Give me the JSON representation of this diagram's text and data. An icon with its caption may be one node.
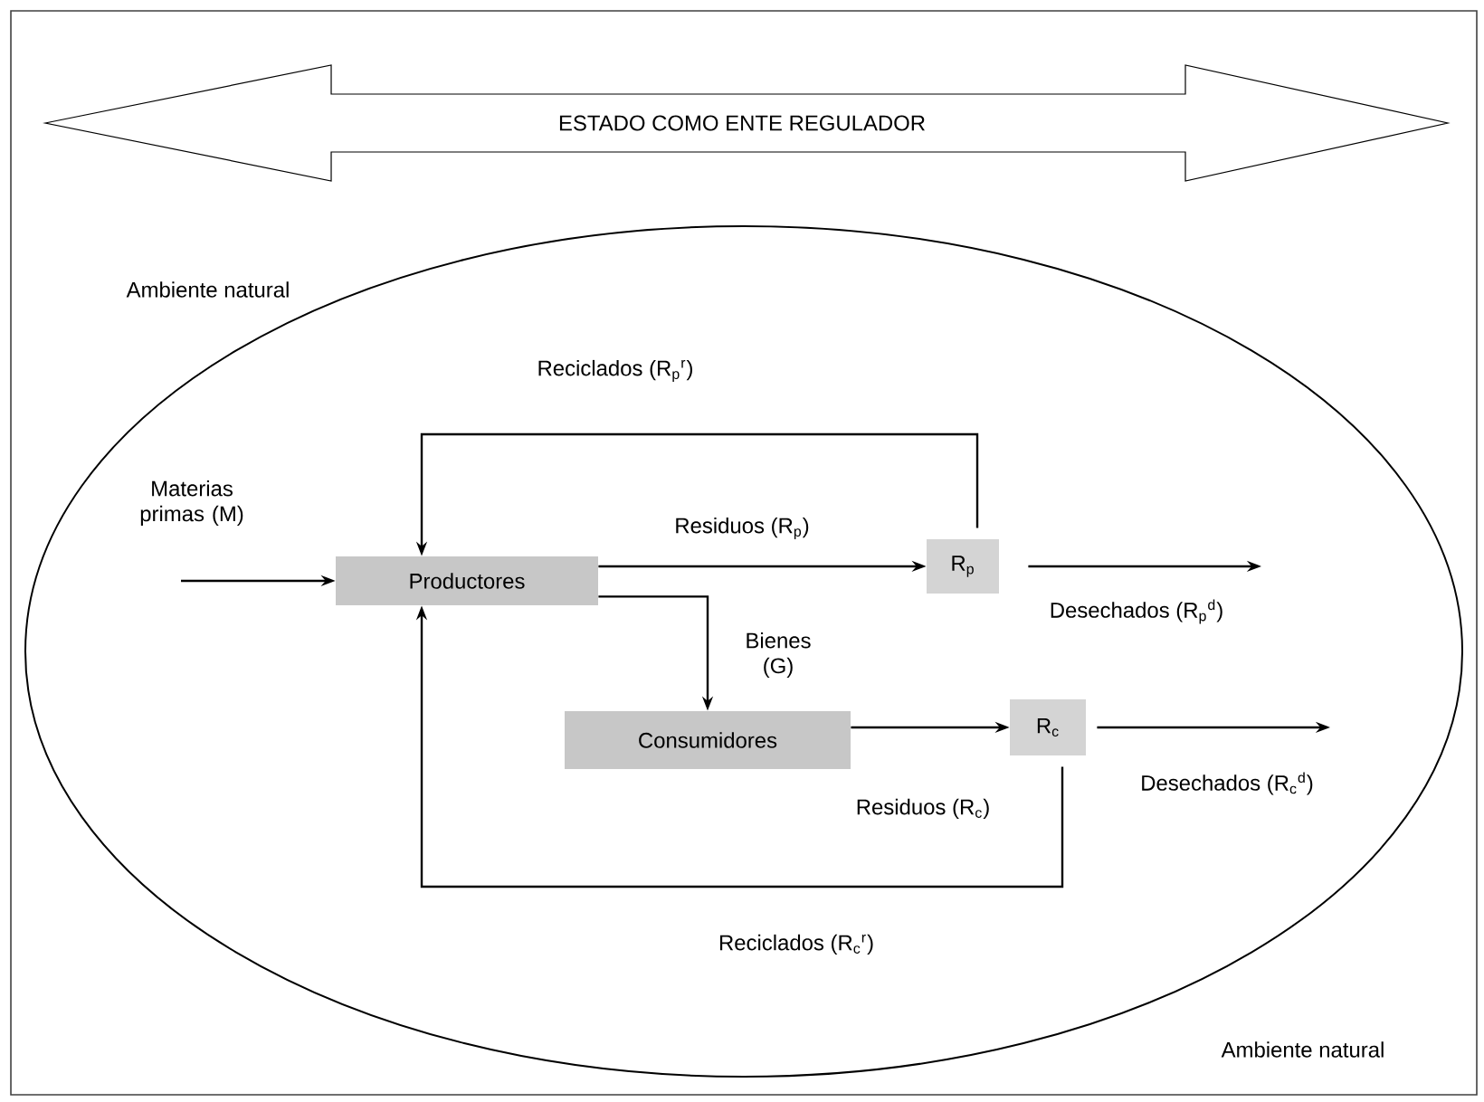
{
  "diagram": {
    "nodes": [
      {
        "text": [
          "ESTADO COMO ENTE REGULADOR"
        ]
      },
      {
        "text": [
          "Ambiente natural",
          "Ambiente natural"
        ]
      },
      {
        "text": [
          "Productores"
        ],
        "in": 1
      },
      {
        "text": [
          "R$_{p}$"
        ],
        "in": 1
      },
      {
        "text": [
          "Consumidores"
        ],
        "in": 1
      },
      {
        "text": [
          "R$_{c}$"
        ],
        "in": 1
      }
    ],
    "edges": [
      {
        "from": null,
        "to": 2,
        "arrow": "to",
        "label": "Materias primas (M)"
      },
      {
        "from": 2,
        "to": 3,
        "arrow": "to",
        "label": "Residuos (R$_{p}$)"
      },
      {
        "from": 3,
        "to": null,
        "arrow": "to",
        "label": "Desechados (R$_{p}$$^{d}$)"
      },
      {
        "from": 2,
        "to": 4,
        "arrow": "to",
        "label": "Bienes (G)"
      },
      {
        "from": 4,
        "to": 5,
        "arrow": "to",
        "label": "Residuos (R$_{c}$)"
      },
      {
        "from": 5,
        "to": null,
        "arrow": "to",
        "label": "Desechados (R$_{c}$$^{d}$)"
      },
      {
        "from": 3,
        "to": 2,
        "arrow": "to",
        "label": "Reciclados (R$_{p}$$^{r}$)"
      },
      {
        "from": 5,
        "to": 2,
        "arrow": "to",
        "label": "Reciclados (R$_{c}$$^{r}$)"
      }
    ]
  }
}
